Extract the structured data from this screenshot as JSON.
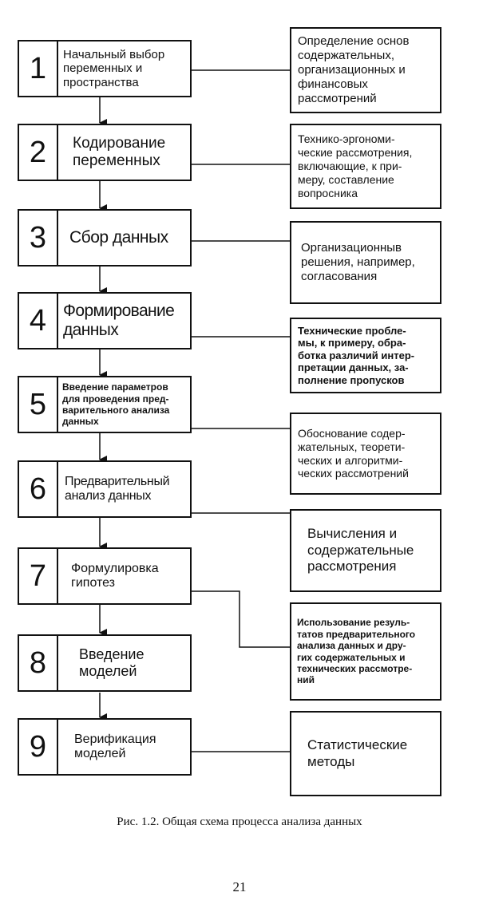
{
  "figure": {
    "steps": [
      {
        "number": "1",
        "label": "Начальный выбор\nпеременных и\nпространства"
      },
      {
        "number": "2",
        "label": "Кодирование\nпеременных"
      },
      {
        "number": "3",
        "label": "Сбор данных"
      },
      {
        "number": "4",
        "label": "Формирование\nданных"
      },
      {
        "number": "5",
        "label": "Введение параметров\nдля проведения пред-\nварительного анализа\nданных"
      },
      {
        "number": "6",
        "label": "Предварительный\nанализ данных"
      },
      {
        "number": "7",
        "label": "Формулировка\nгипотез"
      },
      {
        "number": "8",
        "label": "Введение\nмоделей"
      },
      {
        "number": "9",
        "label": "Верификация\nмоделей"
      }
    ],
    "notes": [
      "Определение основ\nсодержательных,\nорганизационных и\nфинансовых\nрассмотрений",
      "Технико-эргономи-\nческие рассмотрения,\nвключающие, к при-\nмеру, составление\nвопросника",
      "Организационныв\nрешения, например,\nсогласования",
      "Технические пробле-\nмы, к примеру, обра-\nботка различий интер-\nпретации данных, за-\nполнение пропусков",
      "Обоснование содер-\nжательных, теорети-\nческих и алгоритми-\nческих рассмотрений",
      "Вычисления и\nсодержательные\nрассмотрения",
      "Использование резуль-\nтатов предварительного\nанализа данных и дру-\nгих содержательных и\nтехнических рассмотре-\nний",
      "Статистические\nметоды"
    ],
    "caption": "Рис. 1.2. Общая схема процесса анализа данных",
    "page_number": "21"
  }
}
